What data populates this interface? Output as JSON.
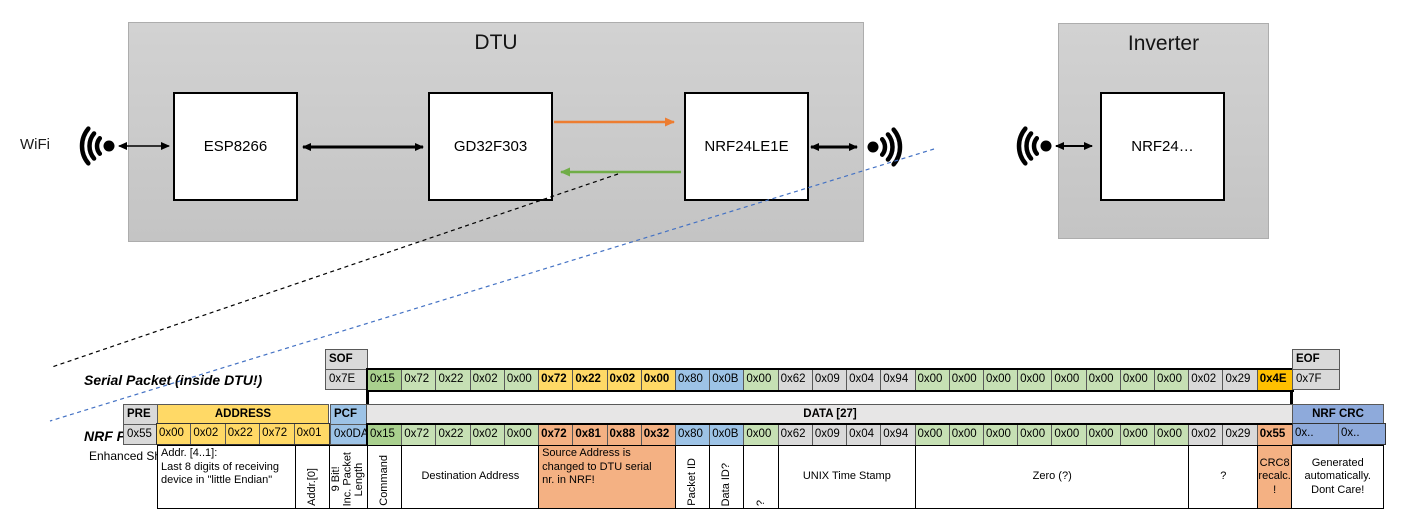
{
  "diagram": {
    "wifi_label": "WiFi",
    "dtu": {
      "title": "DTU",
      "nodes": [
        "ESP8266",
        "GD32F303",
        "NRF24LE1E"
      ]
    },
    "inverter": {
      "title": "Inverter",
      "node": "NRF24…"
    }
  },
  "colors": {
    "orange_arrow": "#ED7D31",
    "green_arrow": "#70AD47",
    "dashed_blue": "#4472C4",
    "cell_dark_green": "#A9D08E",
    "cell_light_green": "#C6E0B4",
    "cell_gold": "#FFD966",
    "cell_amber": "#FFC000",
    "cell_blue": "#9DC3E6",
    "cell_crc_blue": "#8EAADB",
    "cell_salmon": "#F4B183",
    "cell_gray": "#D9D9D9"
  },
  "serial_packet": {
    "label": "Serial Packet (inside DTU!)",
    "sof": {
      "header": "SOF",
      "value": "0x7E"
    },
    "eof": {
      "header": "EOF",
      "value": "0x7F"
    },
    "bytes": [
      {
        "v": "0x15",
        "cls": "dgreen"
      },
      {
        "v": "0x72",
        "cls": "lgreen"
      },
      {
        "v": "0x22",
        "cls": "lgreen"
      },
      {
        "v": "0x02",
        "cls": "lgreen"
      },
      {
        "v": "0x00",
        "cls": "lgreen"
      },
      {
        "v": "0x72",
        "cls": "gold"
      },
      {
        "v": "0x22",
        "cls": "gold"
      },
      {
        "v": "0x02",
        "cls": "gold"
      },
      {
        "v": "0x00",
        "cls": "gold"
      },
      {
        "v": "0x80",
        "cls": "blue"
      },
      {
        "v": "0x0B",
        "cls": "blue"
      },
      {
        "v": "0x00",
        "cls": "lgreen"
      },
      {
        "v": "0x62",
        "cls": "gray"
      },
      {
        "v": "0x09",
        "cls": "gray"
      },
      {
        "v": "0x04",
        "cls": "gray"
      },
      {
        "v": "0x94",
        "cls": "gray"
      },
      {
        "v": "0x00",
        "cls": "lgreen"
      },
      {
        "v": "0x00",
        "cls": "lgreen"
      },
      {
        "v": "0x00",
        "cls": "lgreen"
      },
      {
        "v": "0x00",
        "cls": "lgreen"
      },
      {
        "v": "0x00",
        "cls": "lgreen"
      },
      {
        "v": "0x00",
        "cls": "lgreen"
      },
      {
        "v": "0x00",
        "cls": "lgreen"
      },
      {
        "v": "0x00",
        "cls": "lgreen"
      },
      {
        "v": "0x02",
        "cls": "gray"
      },
      {
        "v": "0x29",
        "cls": "gray"
      },
      {
        "v": "0x4E",
        "cls": "amber"
      }
    ]
  },
  "nrf_packet": {
    "label": "NRF Packet",
    "sublabel": "Enhanced Shockburst",
    "pre": {
      "header": "PRE",
      "value": "0x55"
    },
    "address_header": "ADDRESS",
    "address_bytes": [
      {
        "v": "0x00",
        "cls": "yellow"
      },
      {
        "v": "0x02",
        "cls": "yellow"
      },
      {
        "v": "0x22",
        "cls": "yellow"
      },
      {
        "v": "0x72",
        "cls": "yellow"
      },
      {
        "v": "0x01",
        "cls": "yellow"
      }
    ],
    "pcf": {
      "header": "PCF",
      "value": "0x0DA"
    },
    "data_header": "DATA [27]",
    "bytes": [
      {
        "v": "0x15",
        "cls": "dgreen"
      },
      {
        "v": "0x72",
        "cls": "lgreen"
      },
      {
        "v": "0x22",
        "cls": "lgreen"
      },
      {
        "v": "0x02",
        "cls": "lgreen"
      },
      {
        "v": "0x00",
        "cls": "lgreen"
      },
      {
        "v": "0x72",
        "cls": "salmon"
      },
      {
        "v": "0x81",
        "cls": "salmon"
      },
      {
        "v": "0x88",
        "cls": "salmon"
      },
      {
        "v": "0x32",
        "cls": "salmon"
      },
      {
        "v": "0x80",
        "cls": "blue"
      },
      {
        "v": "0x0B",
        "cls": "blue"
      },
      {
        "v": "0x00",
        "cls": "lgreen"
      },
      {
        "v": "0x62",
        "cls": "gray"
      },
      {
        "v": "0x09",
        "cls": "gray"
      },
      {
        "v": "0x04",
        "cls": "gray"
      },
      {
        "v": "0x94",
        "cls": "gray"
      },
      {
        "v": "0x00",
        "cls": "lgreen"
      },
      {
        "v": "0x00",
        "cls": "lgreen"
      },
      {
        "v": "0x00",
        "cls": "lgreen"
      },
      {
        "v": "0x00",
        "cls": "lgreen"
      },
      {
        "v": "0x00",
        "cls": "lgreen"
      },
      {
        "v": "0x00",
        "cls": "lgreen"
      },
      {
        "v": "0x00",
        "cls": "lgreen"
      },
      {
        "v": "0x00",
        "cls": "lgreen"
      },
      {
        "v": "0x02",
        "cls": "gray"
      },
      {
        "v": "0x29",
        "cls": "gray"
      },
      {
        "v": "0x55",
        "cls": "salmon"
      }
    ],
    "crc": {
      "header": "NRF CRC",
      "values": [
        {
          "v": "0x..",
          "cls": "crcblue"
        },
        {
          "v": "0x..",
          "cls": "crcblue"
        }
      ]
    }
  },
  "annotations": [
    {
      "text": "Addr. [4..1]:\nLast 8 digits of receiving\ndevice in \"little Endian\"",
      "span": "awA",
      "align": "left"
    },
    {
      "text": "Addr.[0]",
      "span": "awB",
      "vert": true
    },
    {
      "text": "9 Bit!\nInc. Packet\nLength",
      "span": "awP",
      "vert": true
    },
    {
      "text": "Command",
      "span": "aw1",
      "vert": true
    },
    {
      "text": "Destination Address",
      "span": "aw4"
    },
    {
      "text": "Source Address is\nchanged to DTU serial\nnr. in NRF!",
      "span": "aw4",
      "bg": "salmon",
      "align": "left"
    },
    {
      "text": "Packet ID",
      "span": "aw1",
      "vert": true
    },
    {
      "text": "Data ID?",
      "span": "aw1",
      "vert": true
    },
    {
      "text": "?",
      "span": "aw1",
      "vert": true
    },
    {
      "text": "UNIX Time Stamp",
      "span": "aw4"
    },
    {
      "text": "Zero (?)",
      "span": "aw8"
    },
    {
      "text": "?",
      "span": "aw2"
    },
    {
      "text": "CRC8\nrecalc.\n!",
      "span": "aw1",
      "bg": "salmon"
    },
    {
      "text": "Generated\nautomatically.\nDont Care!",
      "span": "awC"
    }
  ]
}
